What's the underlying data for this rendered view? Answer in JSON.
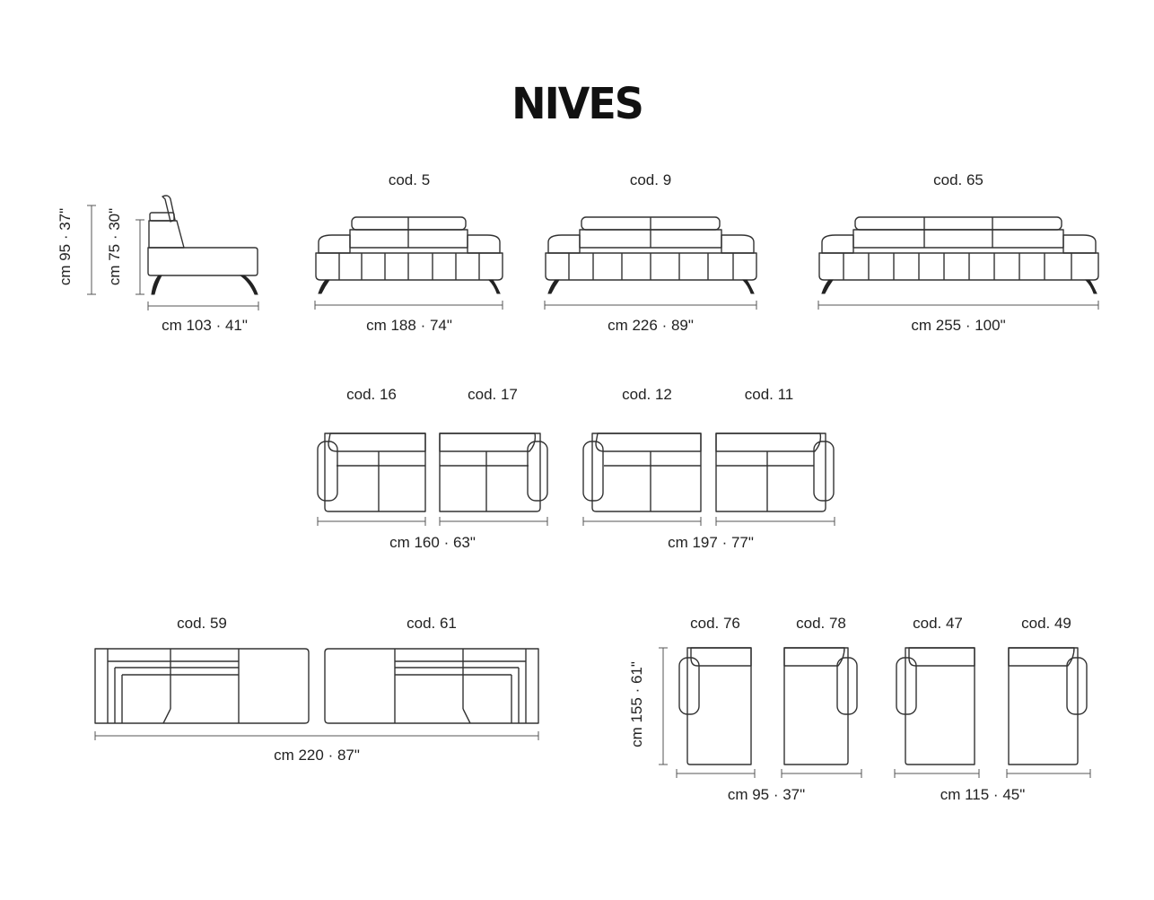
{
  "title": "NIVES",
  "side_view": {
    "height_total": "cm 95 · 37\"",
    "height_seat": "cm 75 · 30\"",
    "depth": "cm 103 · 41\""
  },
  "row1": [
    {
      "code": "cod. 5",
      "dimension": "cm 188 · 74\""
    },
    {
      "code": "cod. 9",
      "dimension": "cm 226 · 89\""
    },
    {
      "code": "cod. 65",
      "dimension": "cm 255 · 100\""
    }
  ],
  "row2": {
    "codes": [
      "cod. 16",
      "cod. 17",
      "cod. 12",
      "cod. 11"
    ],
    "dimensions": [
      "cm 160 · 63\"",
      "cm 197 · 77\""
    ]
  },
  "row3_left": {
    "codes": [
      "cod. 59",
      "cod. 61"
    ],
    "dimension": "cm 220 · 87\""
  },
  "row3_right": {
    "depth": "cm 155 · 61\"",
    "codes": [
      "cod. 76",
      "cod. 78",
      "cod. 47",
      "cod. 49"
    ],
    "dimensions": [
      "cm 95 · 37\"",
      "cm 115 · 45\""
    ]
  }
}
